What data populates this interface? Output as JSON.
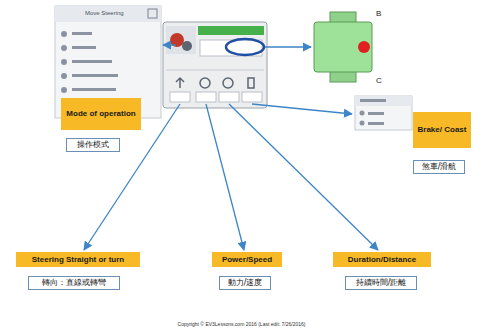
{
  "diagram": {
    "caption": "Copyright © EV3Lessons.com 2016 (Last edit: 7/26/2016)",
    "nodes": [
      {
        "text": [
          "Mode of operation"
        ]
      },
      {
        "text": [
          "操作模式"
        ]
      },
      {
        "text": [
          "Brake/ Coast"
        ]
      },
      {
        "text": [
          "煞車/滑航"
        ]
      },
      {
        "text": [
          "Steering Straight or turn"
        ]
      },
      {
        "text": [
          "轉向：直線或轉彎"
        ]
      },
      {
        "text": [
          "Power/Speed"
        ]
      },
      {
        "text": [
          "動力/速度"
        ]
      },
      {
        "text": [
          "Duration/Distance"
        ]
      },
      {
        "text": [
          "持續時間/距離"
        ]
      }
    ],
    "labels": [
      "Move Steering",
      "B",
      "C"
    ]
  }
}
